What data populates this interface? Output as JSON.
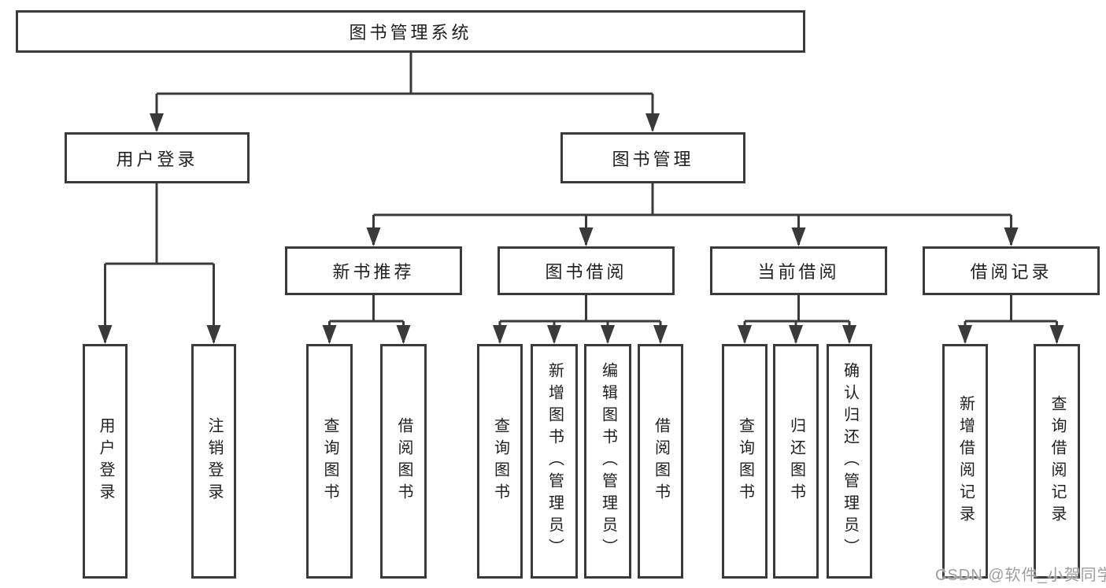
{
  "colors": {
    "line": "#3a3a3a",
    "box_border": "#3a3a3a",
    "box_background": "#ffffff",
    "text": "#1f1f1f",
    "watermark": "#9e9e9e",
    "canvas_background": "#ffffff"
  },
  "watermark": {
    "text": "CSDN @软件_小贺同学"
  },
  "tree": {
    "root": {
      "label": "图书管理系统",
      "children": [
        {
          "label": "用户登录",
          "children": [
            {
              "label": "用户登录"
            },
            {
              "label": "注销登录"
            }
          ]
        },
        {
          "label": "图书管理",
          "children": [
            {
              "label": "新书推荐",
              "children": [
                {
                  "label": "查询图书"
                },
                {
                  "label": "借阅图书"
                }
              ]
            },
            {
              "label": "图书借阅",
              "children": [
                {
                  "label": "查询图书"
                },
                {
                  "label": "新增图书（管理员）"
                },
                {
                  "label": "编辑图书（管理员）"
                },
                {
                  "label": "借阅图书"
                }
              ]
            },
            {
              "label": "当前借阅",
              "children": [
                {
                  "label": "查询图书"
                },
                {
                  "label": "归还图书"
                },
                {
                  "label": "确认归还（管理员）"
                }
              ]
            },
            {
              "label": "借阅记录",
              "children": [
                {
                  "label": "新增借阅记录"
                },
                {
                  "label": "查询借阅记录"
                }
              ]
            }
          ]
        }
      ]
    }
  }
}
